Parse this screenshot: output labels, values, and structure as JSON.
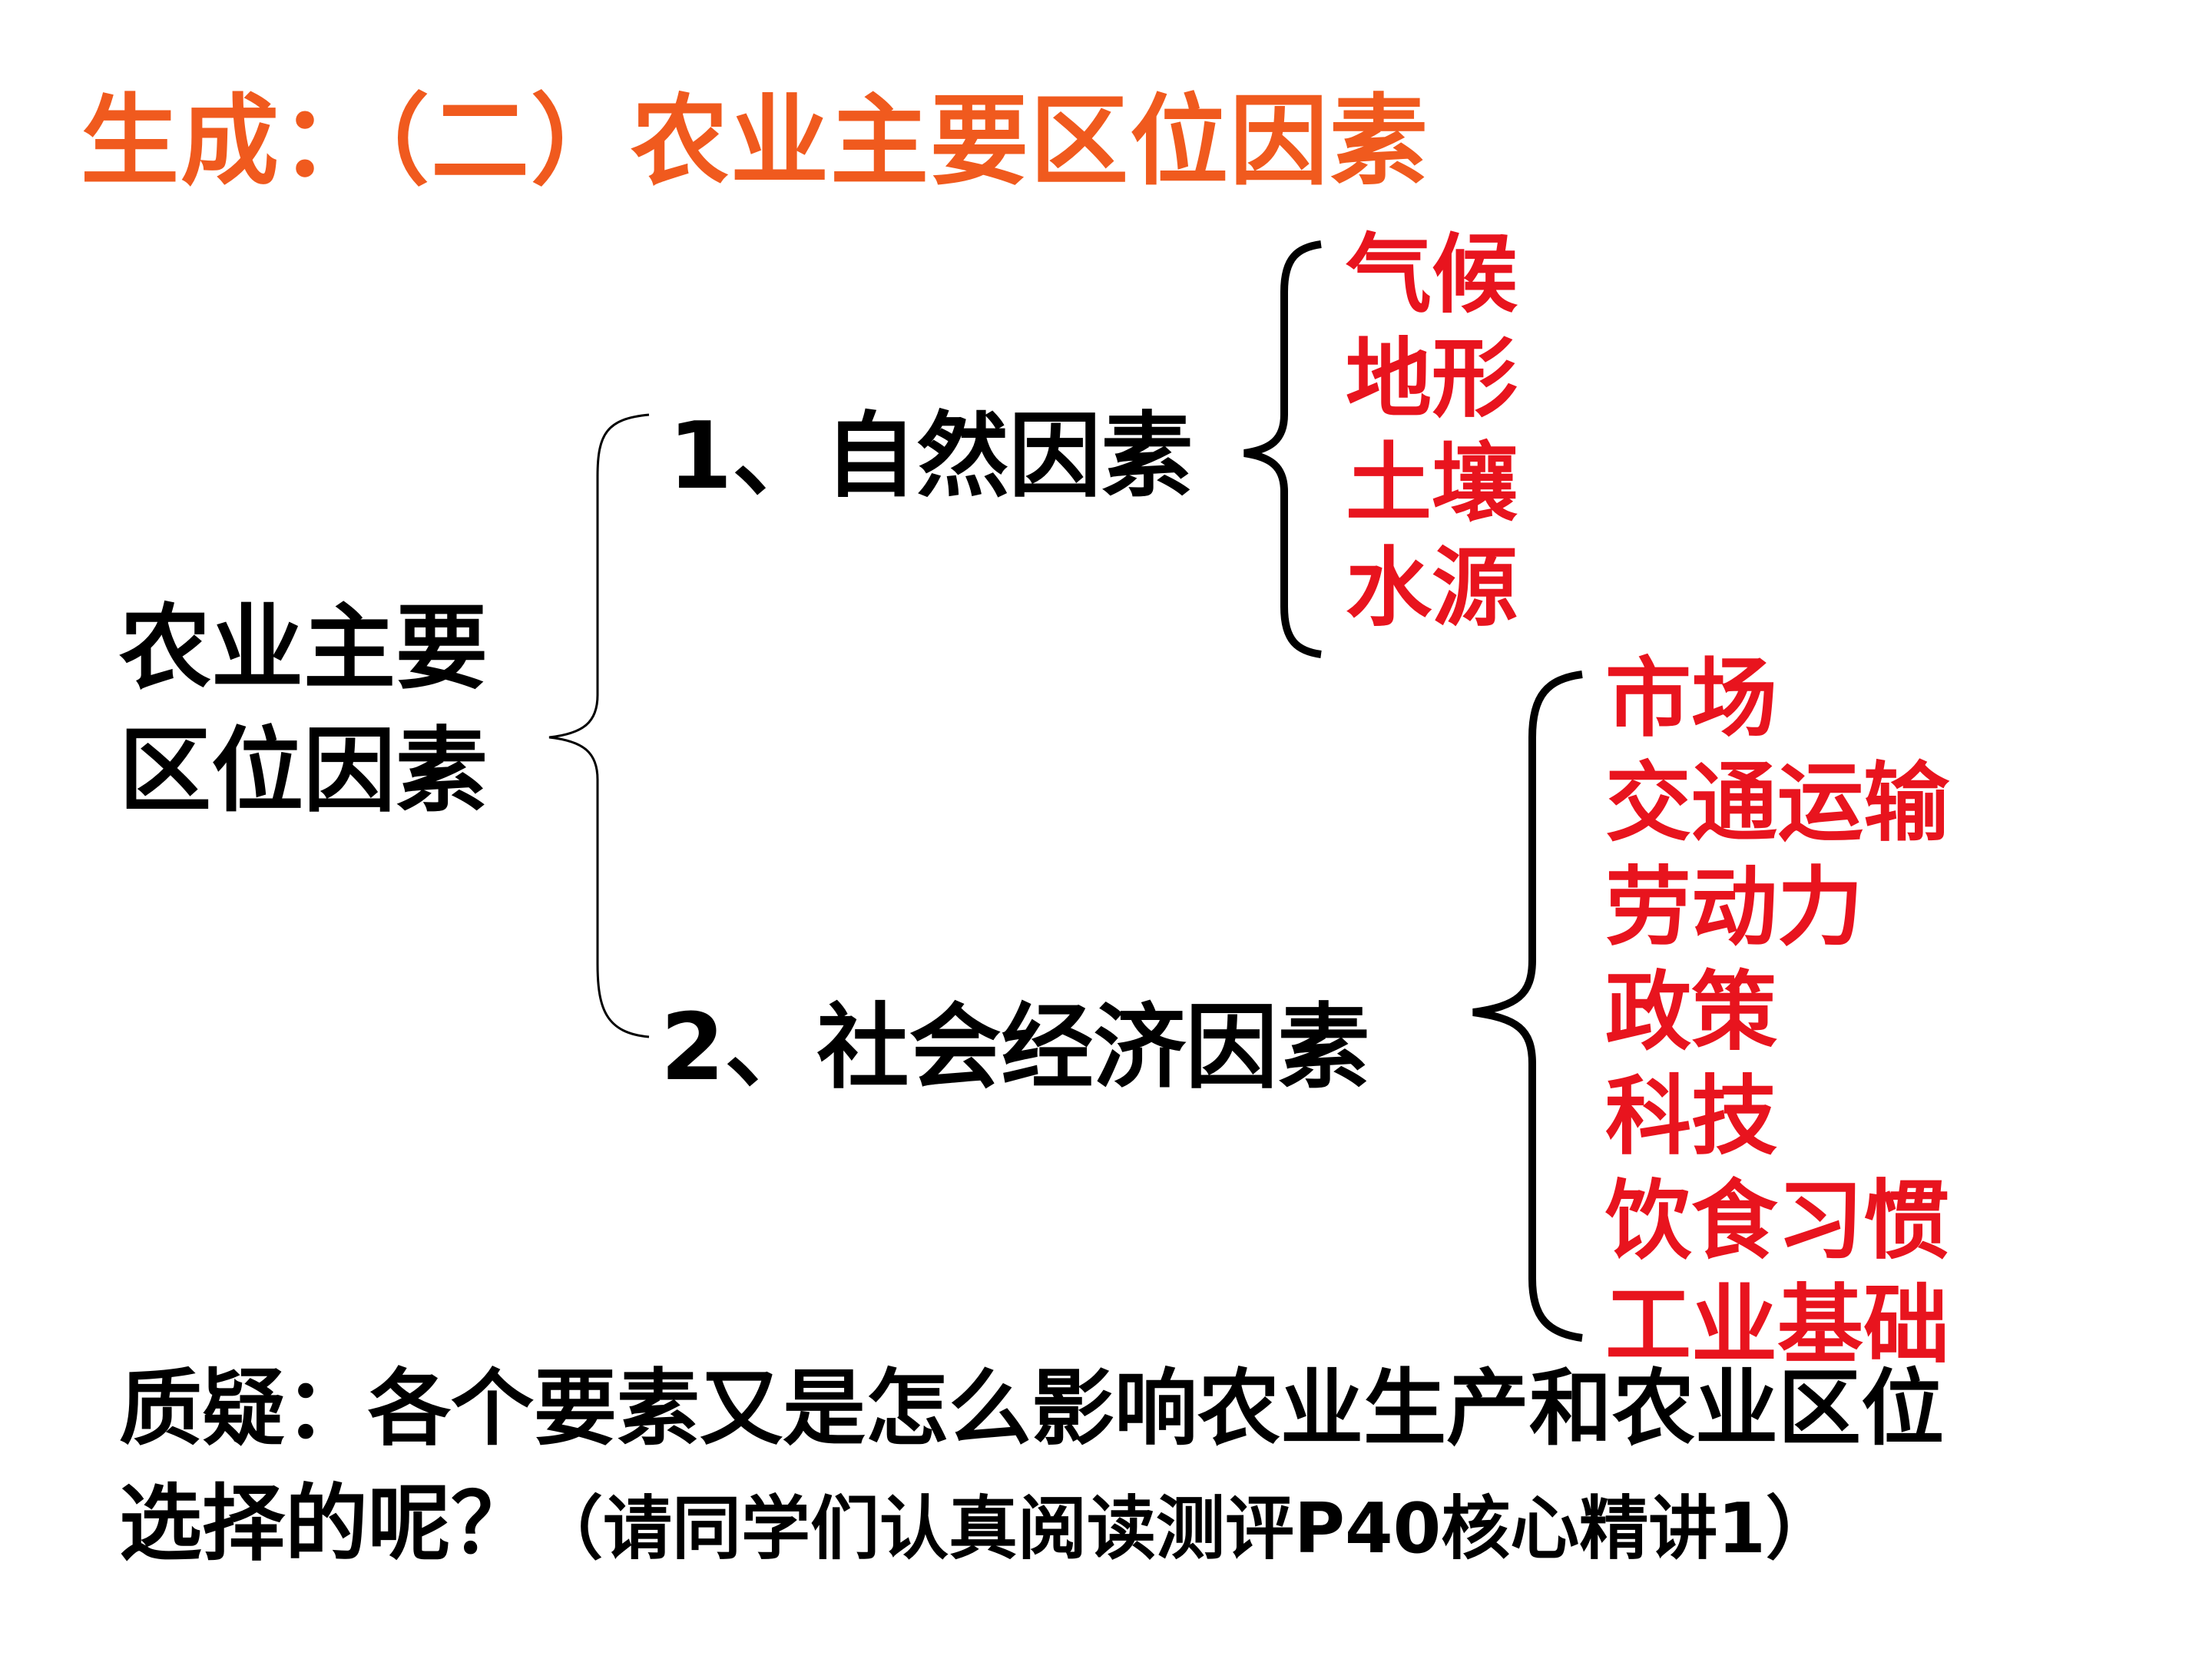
{
  "title": "生成：（二）农业主要区位因素",
  "root": {
    "line1": "农业主要",
    "line2": "区位因素"
  },
  "branches": [
    {
      "label": "1、自然因素",
      "factors": [
        "气候",
        "地形",
        "土壤",
        "水源"
      ]
    },
    {
      "label": "2、社会经济因素",
      "factors": [
        "市场",
        "交通运输",
        "劳动力",
        "政策",
        "科技",
        "饮食习惯",
        "工业基础"
      ]
    }
  ],
  "question": {
    "line1": "质疑：各个要素又是怎么影响农业生产和农业区位",
    "line2_main": "选择的呢？",
    "line2_note": "（请同学们认真阅读测评P40核心精讲1）"
  },
  "colors": {
    "title": "#f05a1e",
    "factors": "#e8141e",
    "text": "#000000"
  }
}
